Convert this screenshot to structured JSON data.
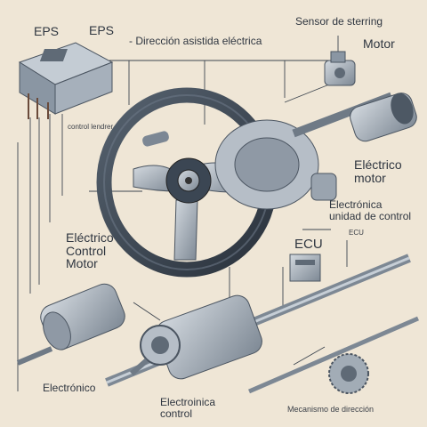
{
  "labels": {
    "eps_left": "EPS",
    "eps_right": "EPS",
    "direccion": "- Dirección asistida eléctrica",
    "sensor": "Sensor de sterring",
    "motor": "Motor",
    "control_lendrer": "control lendrer",
    "electrico_motor": "Eléctrico\nmotor",
    "electronica_unidad": "Electrónica\nunidad de control",
    "ecu_small": "ECU",
    "ecu_big": "ECU",
    "electrico_control_motor": "Eléctrico\nControl\nMotor",
    "electronico": "Electrónico",
    "electroinica_control": "Electroinica\ncontrol",
    "mecanismo": "Mecanismo de dirección"
  },
  "colors": {
    "paper": "#efe6d6",
    "ink": "#2f3640",
    "metal": "#a9b2bc",
    "metal_dark": "#6f7a86",
    "wheel": "#3b4653"
  }
}
